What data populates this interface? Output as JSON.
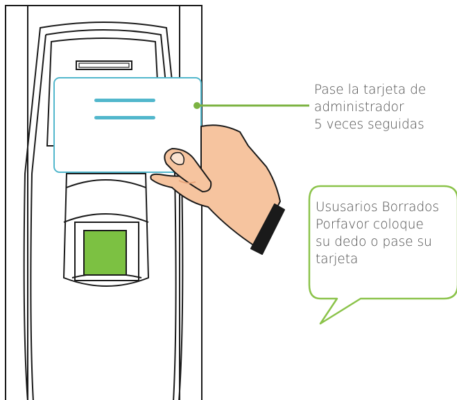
{
  "callout": {
    "lines": [
      "Pase la tarjeta de",
      "administrador",
      "5 veces seguidas"
    ]
  },
  "bubble": {
    "lines": [
      "Ususarios Borrados",
      "Porfavor coloque",
      "su dedo o pase su",
      "tarjeta"
    ]
  },
  "colors": {
    "outline": "#1a1a1a",
    "card_border": "#52b7cc",
    "card_fill": "#ffffff",
    "card_stripes": "#52b7cc",
    "fingerprint_sensor": "#7cc142",
    "callout_line": "#7cb342",
    "bubble_border": "#8bc34a",
    "skin": "#f6c49f",
    "skin_shadow": "#e8a67c",
    "cuff": "#1a1a1a",
    "text": "#4a4a4a"
  }
}
